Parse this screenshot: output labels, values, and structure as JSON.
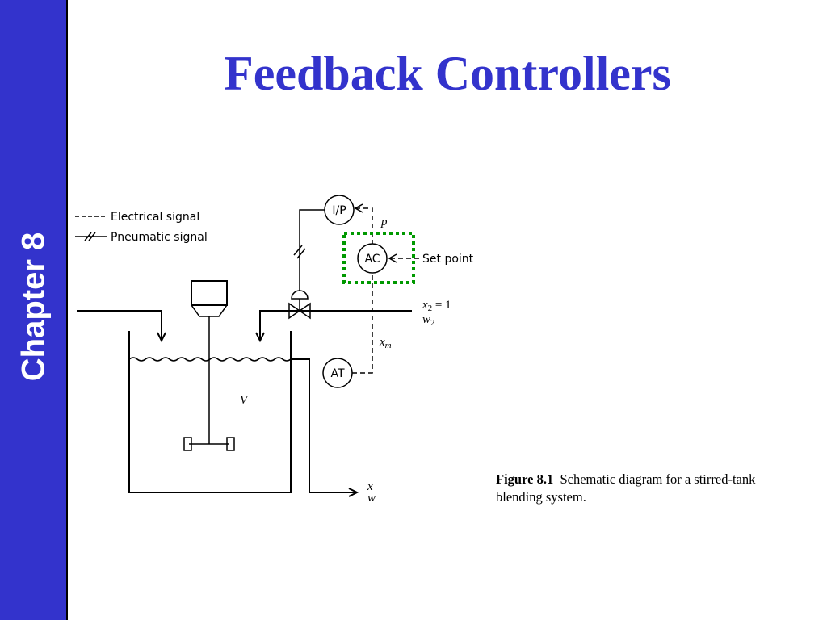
{
  "slide": {
    "chapter_label": "Chapter 8",
    "title": "Feedback Controllers"
  },
  "colors": {
    "sidebar": "#3333cc",
    "title": "#3333cc",
    "highlight_box": "#009900"
  },
  "diagram": {
    "legend": {
      "electrical": "Electrical signal",
      "pneumatic": "Pneumatic signal"
    },
    "instruments": {
      "ip": "I/P",
      "ac": "AC",
      "at": "AT"
    },
    "labels": {
      "set_point": "Set point",
      "p": "p",
      "x2_var": "x",
      "x2_sub": "2",
      "x2_eq": " = 1",
      "w2_var": "w",
      "w2_sub": "2",
      "xm_var": "x",
      "xm_sub": "m",
      "v": "V",
      "x_out": "x",
      "w_out": "w"
    }
  },
  "caption": {
    "figure": "Figure 8.1",
    "text": "Schematic diagram for a stirred-tank blending system."
  }
}
